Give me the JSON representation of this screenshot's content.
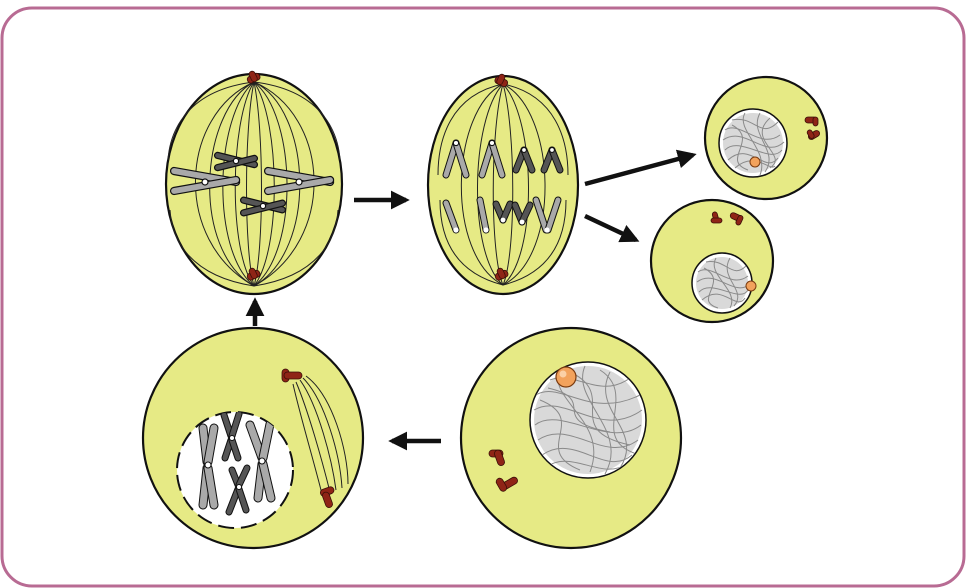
{
  "diagram": {
    "type": "cell-cycle-illustration",
    "stages": [
      {
        "id": "metaphase"
      },
      {
        "id": "anaphase"
      },
      {
        "id": "daughter-cell-top"
      },
      {
        "id": "daughter-cell-bottom"
      },
      {
        "id": "interphase"
      },
      {
        "id": "prophase"
      }
    ],
    "arrows": [
      {
        "from": "metaphase",
        "to": "anaphase"
      },
      {
        "from": "anaphase",
        "to": "daughter-cell-top"
      },
      {
        "from": "anaphase",
        "to": "daughter-cell-bottom"
      },
      {
        "from": "interphase",
        "to": "prophase"
      },
      {
        "from": "prophase",
        "to": "metaphase"
      }
    ],
    "colors": {
      "frame": "#b86b93",
      "cytoplasm": "#e6ea85",
      "outline": "#111111",
      "centrosome": "#8f2416",
      "nucleolus": "#f2a25c",
      "chromosome_light": "#a9a9a9",
      "chromosome_dark": "#555555",
      "chromatin": "#9a9a9a",
      "nucleus_fill": "#ffffff"
    }
  }
}
